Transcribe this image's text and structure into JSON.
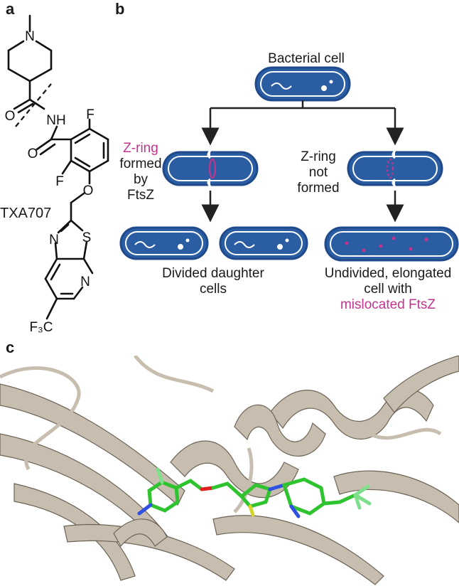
{
  "panels": {
    "a": "a",
    "b": "b",
    "c": "c"
  },
  "structure": {
    "atoms": {
      "N_piperidine": "N",
      "N_amide": "NH",
      "F_top": "F",
      "F_left": "F",
      "O_ether": "O",
      "N_thiazole": "N",
      "S_thiazole": "S",
      "N_pyridine": "N",
      "CF3": "F₃C"
    },
    "compound_name": "TXA707"
  },
  "diagram": {
    "top_cell_label": "Bacterial cell",
    "left_branch": {
      "label_line1": "Z-ring",
      "label_line2": "formed",
      "label_line3": "by",
      "label_line4": "FtsZ"
    },
    "right_branch": {
      "label_line1": "Z-ring",
      "label_line2": "not",
      "label_line3": "formed"
    },
    "bottom_left": {
      "line1": "Divided daughter",
      "line2": "cells"
    },
    "bottom_right": {
      "line1": "Undivided, elongated",
      "line2": "cell with",
      "line3": "mislocated FtsZ"
    },
    "colors": {
      "cell_fill": "#2b5da3",
      "cell_outline": "#1f4a8c",
      "ftsz": "#c2358d"
    }
  },
  "render": {
    "protein_color": "#c8beaf",
    "ligand_color": "#2fc42f",
    "view": "protein-ligand-cartoon"
  }
}
